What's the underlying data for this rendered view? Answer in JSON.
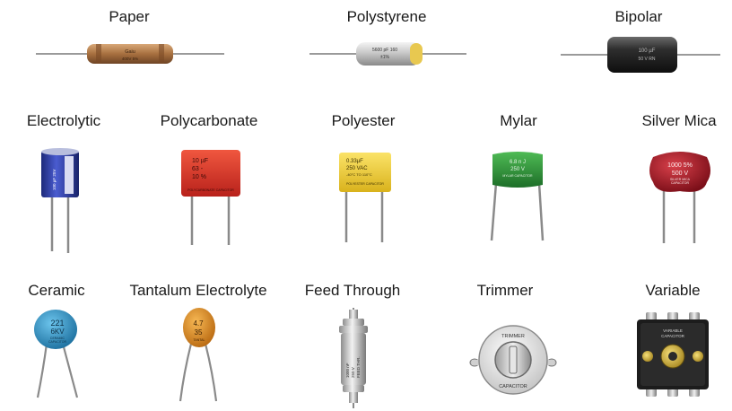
{
  "labels": {
    "paper": "Paper",
    "polystyrene": "Polystyrene",
    "bipolar": "Bipolar",
    "electrolytic": "Electrolytic",
    "polycarbonate": "Polycarbonate",
    "polyester": "Polyester",
    "mylar": "Mylar",
    "silver_mica": "Silver Mica",
    "ceramic": "Ceramic",
    "tantalum": "Tantalum Electrolyte",
    "feed_through": "Feed Through",
    "trimmer": "Trimmer",
    "variable": "Variable"
  },
  "markings": {
    "paper": [
      "Gaiu",
      "400V 5%"
    ],
    "polystyrene": [
      "5600 pF 160",
      "±1%"
    ],
    "bipolar": [
      "100 µF",
      "50 V  RN"
    ],
    "electrolytic": "100 µF 25V",
    "polycarbonate": [
      "10 µF",
      "63 -",
      "10 %"
    ],
    "polycarbonate_small": "POLYCARBONATE CAPACITOR",
    "polyester": [
      "0.33µF",
      "250 VAC",
      "-40°C TO 110°C"
    ],
    "polyester_small": "POLYESTER CAPACITOR",
    "mylar": [
      "6.8 n J",
      "250 V"
    ],
    "mylar_small": "MYLAR CAPACITOR",
    "silver_mica": [
      "1000  5%",
      "500  V"
    ],
    "silver_mica_small": [
      "SILVER MICA",
      "CAPACITOR"
    ],
    "ceramic": [
      "221",
      "6KV"
    ],
    "ceramic_small": [
      "CERAMIC",
      "CAPACITOR"
    ],
    "tantalum": [
      "4.7",
      "35"
    ],
    "tantalum_small": "TANTAL",
    "feed_through": [
      "1000 nF",
      "250 V",
      "FEED THR."
    ],
    "trimmer": [
      "TRIMMER",
      "CAPACITOR"
    ],
    "variable": [
      "VARIABLE",
      "CAPACITOR"
    ]
  },
  "colors": {
    "paper_body": "#b07a4c",
    "bipolar_body": "#2a2a2a",
    "electrolytic_body": "#2f3fa6",
    "polycarbonate_body": "#e23a2e",
    "polyester_body": "#f2d23a",
    "mylar_body": "#2e9a3a",
    "silver_mica_body": "#b01e2c",
    "ceramic_body": "#3a9ac8",
    "tantalum_body": "#e8962a",
    "lead": "#9a9a9a"
  }
}
